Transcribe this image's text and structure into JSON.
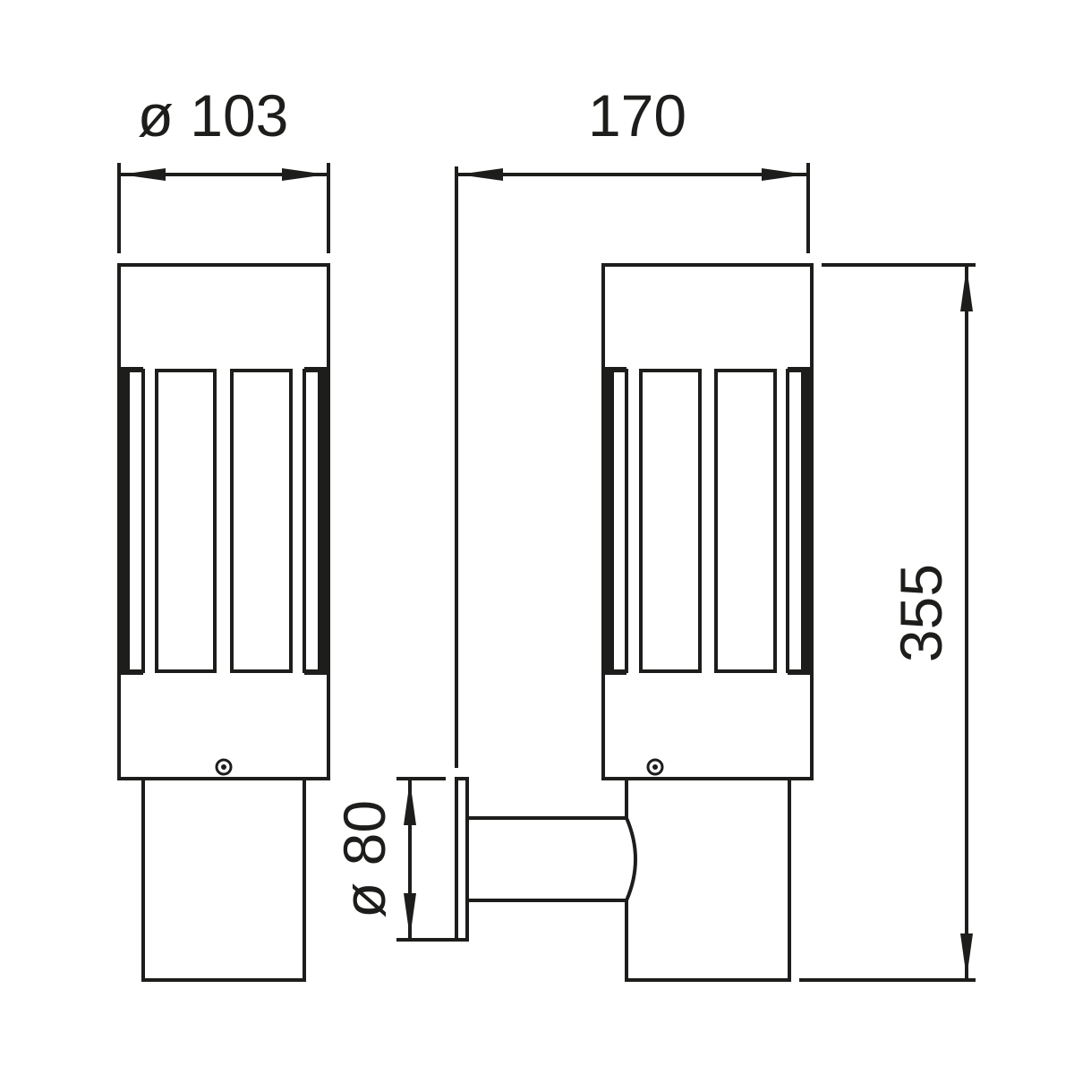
{
  "dimensions": {
    "width_diameter": "ø 103",
    "depth": "170",
    "height": "355",
    "base_diameter": "ø 80"
  },
  "views": [
    "front-view",
    "side-view"
  ],
  "colors": {
    "line": "#1d1d1b",
    "background": "#ffffff"
  }
}
